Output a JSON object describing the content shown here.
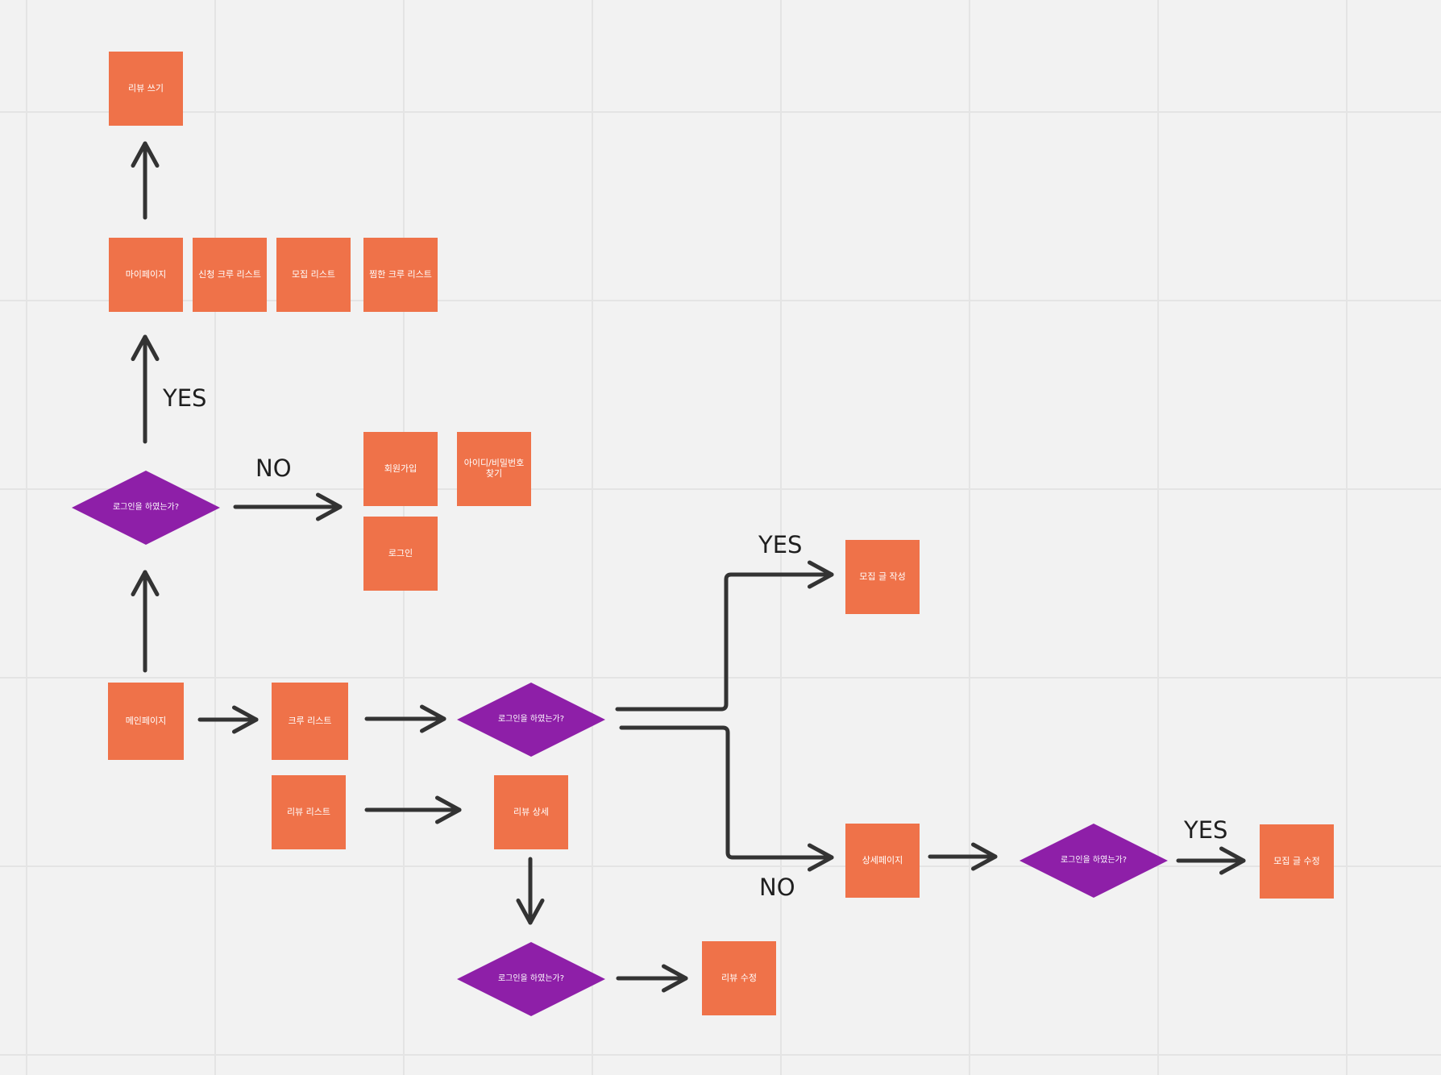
{
  "diagram": {
    "nodes": {
      "review_write": "리뷰 쓰기",
      "mypage": "마이페이지",
      "applied_crew_list": "신청 크루 리스트",
      "recruit_list": "모집 리스트",
      "liked_crew_list": "찜한 크루 리스트",
      "signup": "회원가입",
      "find_id_pw": "아이디/비밀번호 찾기",
      "login": "로그인",
      "login_check_top": "로그인을 하였는가?",
      "main_page": "메인페이지",
      "crew_list": "크루 리스트",
      "login_check_middle": "로그인을 하였는가?",
      "recruit_post_write": "모집 글 작성",
      "review_list": "리뷰 리스트",
      "review_detail": "리뷰 상세",
      "detail_page": "상세페이지",
      "login_check_right": "로그인을 하였는가?",
      "recruit_post_edit": "모집 글 수정",
      "login_check_bottom": "로그인을 하였는가?",
      "review_edit": "리뷰 수정"
    },
    "edge_labels": {
      "top_yes": "YES",
      "top_no": "NO",
      "middle_yes": "YES",
      "middle_no": "NO",
      "right_yes": "YES"
    },
    "colors": {
      "process_box": "#ef7249",
      "decision": "#8e1fa8",
      "connector": "#333333",
      "background": "#f2f2f2",
      "grid": "#e4e4e4"
    }
  }
}
